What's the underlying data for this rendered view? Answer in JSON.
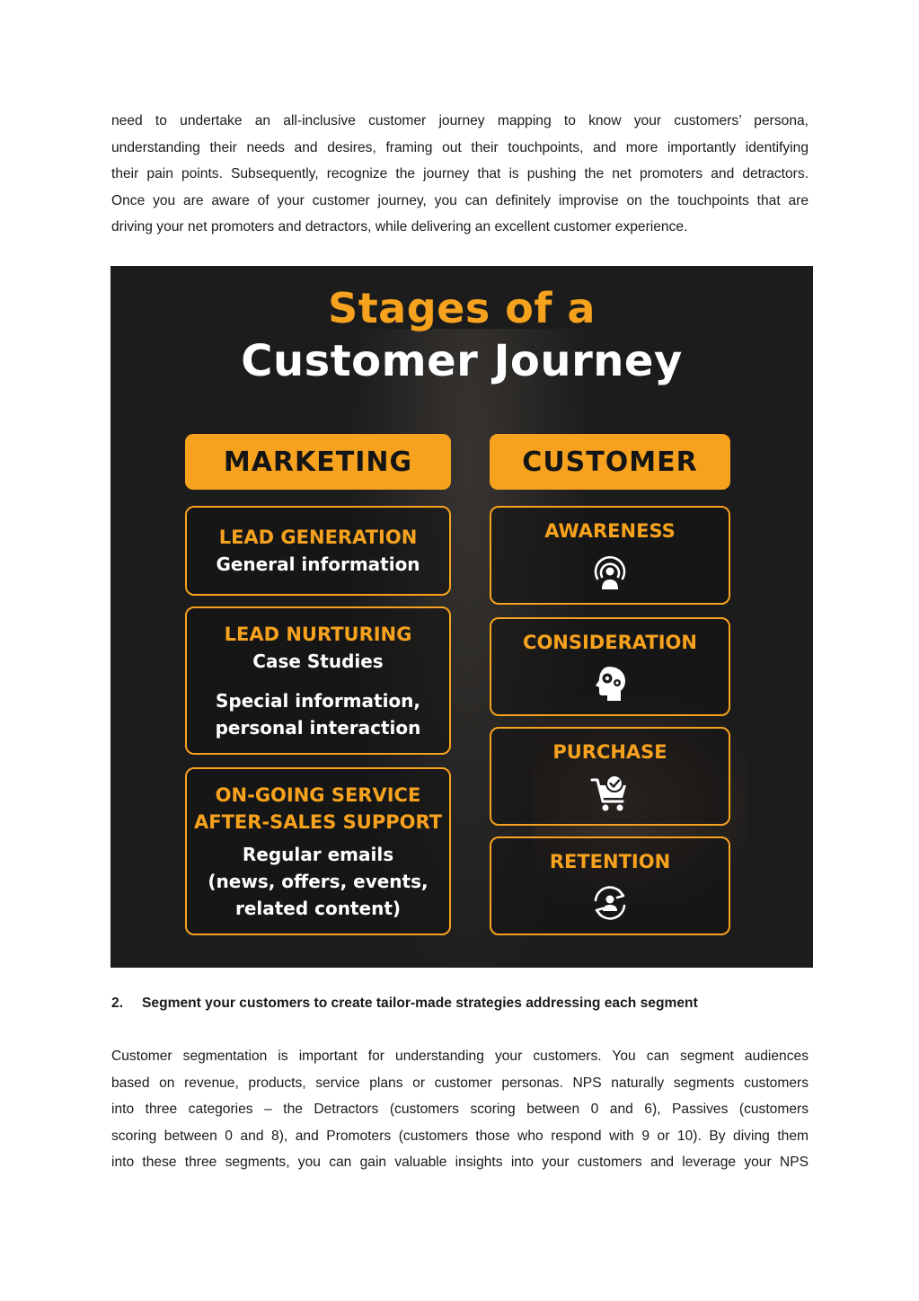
{
  "intro_paragraph": {
    "lines": [
      "need to undertake an all-inclusive customer journey mapping to know your customers’ persona,",
      "understanding their needs and desires, framing out their touchpoints, and more importantly identifying",
      "their pain points. Subsequently, recognize the journey that is pushing the net promoters and detractors.",
      "Once you are aware of your customer journey, you can definitely improvise on the touchpoints that are",
      "driving your net promoters and detractors, while delivering an excellent customer experience."
    ]
  },
  "infographic": {
    "title_line1": "Stages of a",
    "title_line2": "Customer Journey",
    "accent_color": "#f7a21e",
    "background_color": "#1c1c1c",
    "marketing": {
      "header": "MARKETING",
      "cards": [
        {
          "title": "LEAD GENERATION",
          "lines": [
            "General information"
          ]
        },
        {
          "title": "LEAD NURTURING",
          "lines": [
            "Case Studies",
            "Special information,",
            "personal interaction"
          ]
        },
        {
          "title_lines": [
            "ON-GOING SERVICE",
            "AFTER-SALES SUPPORT"
          ],
          "lines": [
            "Regular emails",
            "(news, offers, events,",
            "related content)"
          ]
        }
      ]
    },
    "customer": {
      "header": "CUSTOMER",
      "cards": [
        {
          "title": "AWARENESS",
          "icon": "broadcast-person-icon"
        },
        {
          "title": "CONSIDERATION",
          "icon": "head-gears-icon"
        },
        {
          "title": "PURCHASE",
          "icon": "cart-check-icon"
        },
        {
          "title": "RETENTION",
          "icon": "user-cycle-icon"
        }
      ]
    }
  },
  "section_heading": {
    "number": "2.",
    "text": "Segment your customers to create tailor-made strategies addressing each segment"
  },
  "segment_paragraph": {
    "lines": [
      "Customer segmentation is important for understanding your customers. You can segment audiences",
      "based on revenue, products, service plans or customer personas. NPS naturally segments customers",
      "into three categories – the Detractors (customers scoring between 0 and 6), Passives (customers",
      "scoring between 0 and 8), and Promoters (customers those who respond with 9 or 10). By diving them",
      "into these three segments, you can gain valuable insights into your customers and leverage your NPS"
    ]
  }
}
